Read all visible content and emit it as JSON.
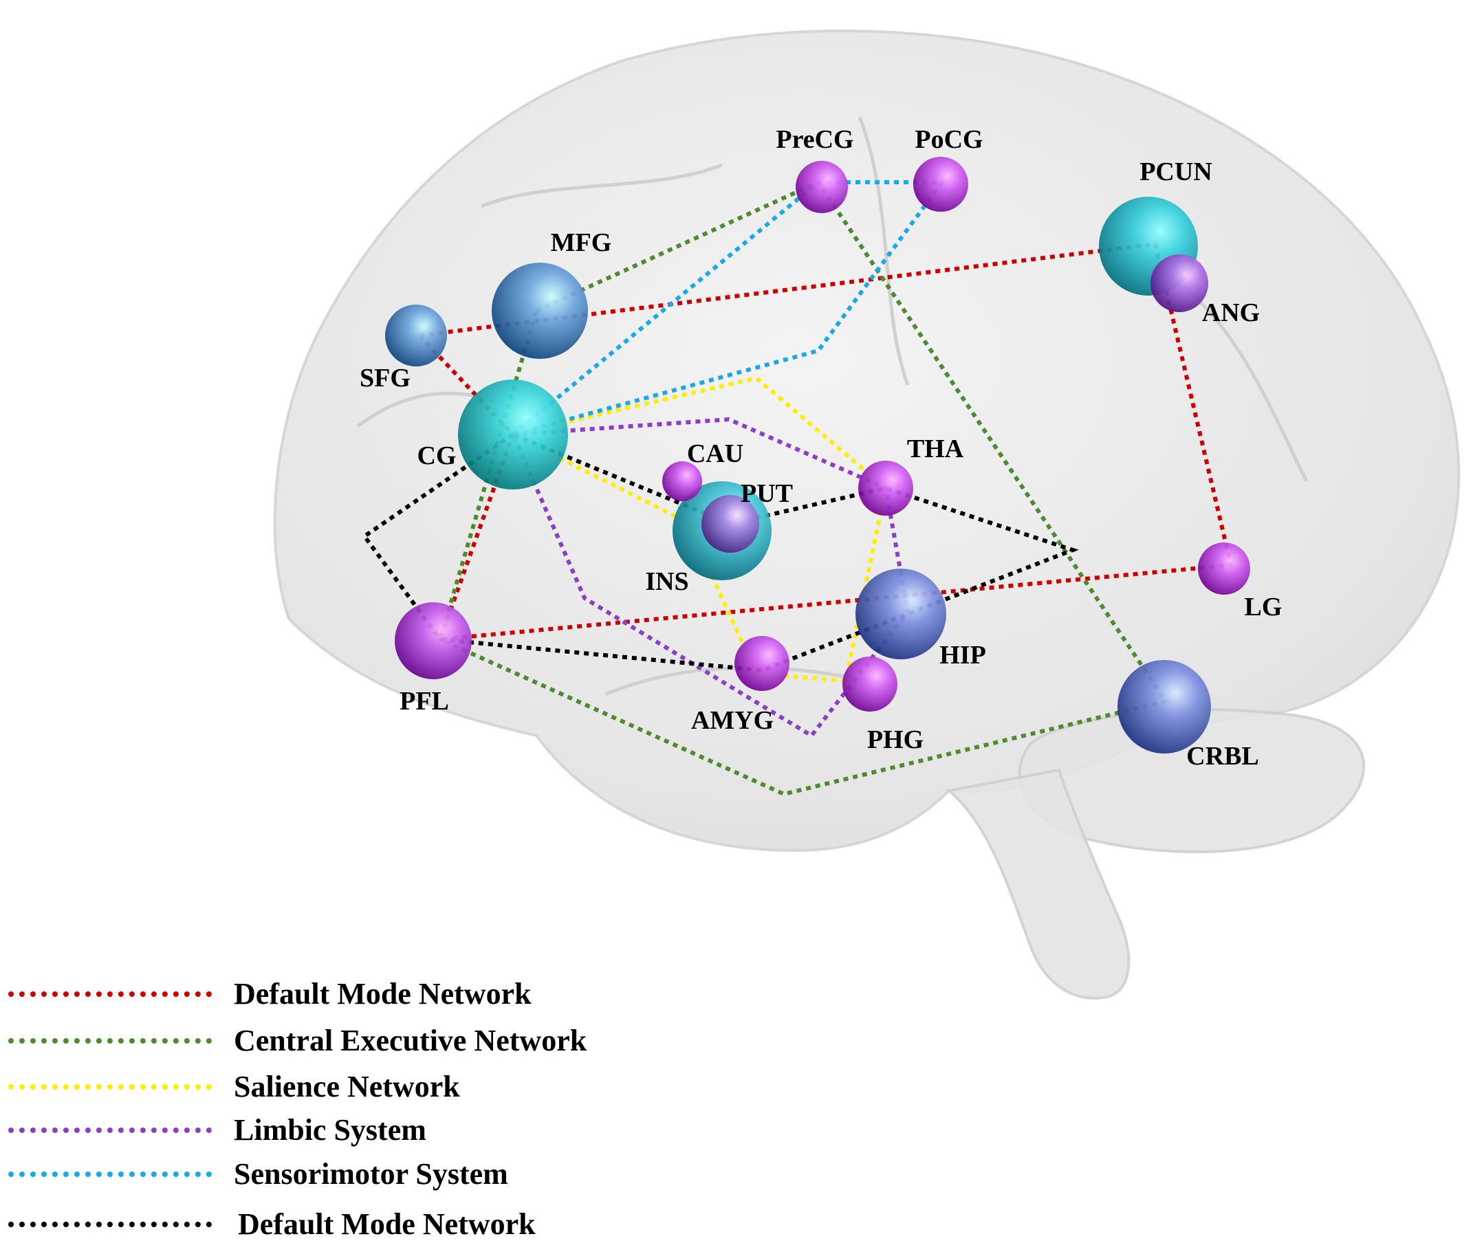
{
  "nodes": [
    {
      "id": "PreCG",
      "label": "PreCG",
      "color": "#b23fd6"
    },
    {
      "id": "PoCG",
      "label": "PoCG",
      "color": "#b23fd6"
    },
    {
      "id": "PCUN",
      "label": "PCUN",
      "color": "#1ab2c0"
    },
    {
      "id": "ANG",
      "label": "ANG",
      "color": "#9155c8"
    },
    {
      "id": "MFG",
      "label": "MFG",
      "color": "#4f86bf"
    },
    {
      "id": "SFG",
      "label": "SFG",
      "color": "#4f86bf"
    },
    {
      "id": "CG",
      "label": "CG",
      "color": "#1ab8bc"
    },
    {
      "id": "CAU",
      "label": "CAU",
      "color": "#b23fd6"
    },
    {
      "id": "INS",
      "label": "INS",
      "color": "#2aacbd"
    },
    {
      "id": "PUT",
      "label": "PUT",
      "color": "#8a66c4"
    },
    {
      "id": "THA",
      "label": "THA",
      "color": "#b23fd6"
    },
    {
      "id": "LG",
      "label": "LG",
      "color": "#b23fd6"
    },
    {
      "id": "HIP",
      "label": "HIP",
      "color": "#5f72c2"
    },
    {
      "id": "PFL",
      "label": "PFL",
      "color": "#a83fd0"
    },
    {
      "id": "AMYG",
      "label": "AMYG",
      "color": "#b23fd6"
    },
    {
      "id": "PHG",
      "label": "PHG",
      "color": "#b23fd6"
    },
    {
      "id": "CRBL",
      "label": "CRBL",
      "color": "#5f72c2"
    }
  ],
  "networks": [
    {
      "name": "Default Mode Network",
      "color": "#cc0000",
      "path": [
        "SFG",
        "PCUN",
        "LG",
        "PFL",
        "CG",
        "SFG"
      ]
    },
    {
      "name": "Central Executive Network",
      "color": "#4e8a2e",
      "path": [
        "MFG",
        "PreCG",
        "CRBL",
        "PFL",
        "MFG"
      ]
    },
    {
      "name": "Salience Network",
      "color": "#ffee00",
      "path": [
        "CG",
        "THA",
        "PHG",
        "INS",
        "CG"
      ]
    },
    {
      "name": "Limbic System",
      "color": "#8a3fc4",
      "path": [
        "CG",
        "THA",
        "HIP",
        "AMYG",
        "CG"
      ]
    },
    {
      "name": "Sensorimotor System",
      "color": "#1aa9e6",
      "path": [
        "CG",
        "PreCG",
        "PoCG",
        "CG"
      ]
    },
    {
      "name": "Default Mode Network",
      "color": "#000000",
      "path": [
        "CG",
        "PFL",
        "AMYG",
        "THA",
        "PUT",
        "CG"
      ]
    }
  ],
  "colors": {
    "brain": "#e0e0e0",
    "background": "#ffffff"
  }
}
